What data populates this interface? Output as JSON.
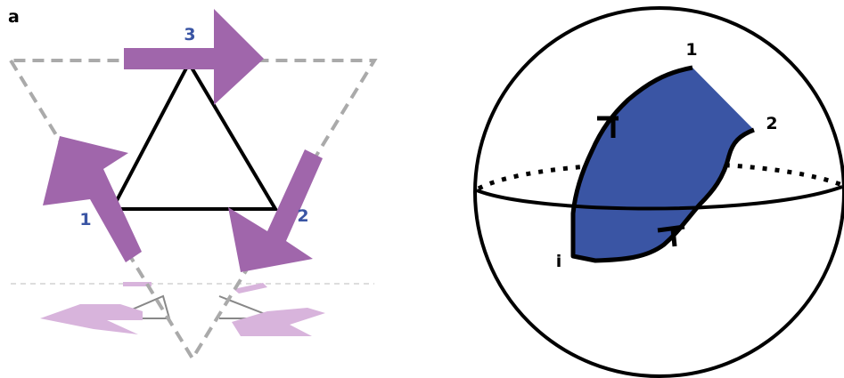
{
  "panel_label": "a",
  "colors": {
    "arrow": "#a066ab",
    "arrow_faded": "#d8b4dc",
    "label_blue": "#3a55a4",
    "patch_blue": "#3a55a4",
    "dash_gray": "#aaaaaa",
    "outline": "#000000"
  },
  "left_diagram": {
    "arrows": [
      {
        "label": "1"
      },
      {
        "label": "2"
      },
      {
        "label": "3"
      }
    ]
  },
  "sphere_diagram": {
    "point_labels": [
      "1",
      "2",
      "i"
    ]
  }
}
